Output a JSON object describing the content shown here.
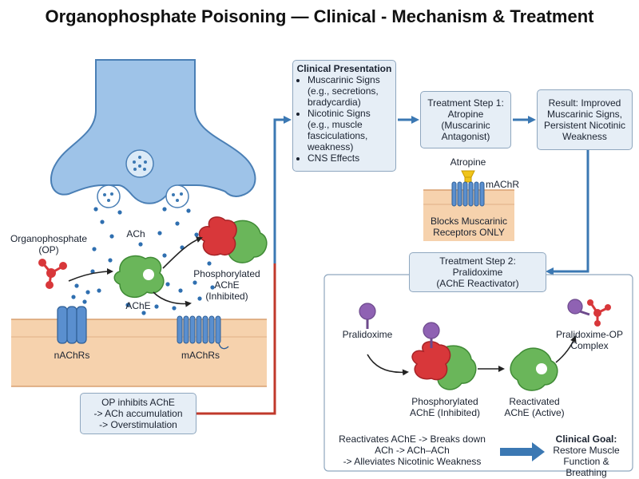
{
  "title": "Organophosphate Poisoning — Clinical - Mechanism & Treatment",
  "synapse": {
    "op_label_1": "Organophosphate",
    "op_label_2": "(OP)",
    "ach_label": "ACh",
    "ache_label": "AChE",
    "phospho_label_1": "Phosphorylated",
    "phospho_label_2": "AChE",
    "phospho_label_3": "(Inhibited)",
    "nachr_label": "nAChRs",
    "machr_label": "mAChRs"
  },
  "op_box": {
    "line1": "OP inhibits AChE",
    "line2": "-> ACh accumulation",
    "line3": "-> Overstimulation"
  },
  "clinical": {
    "heading": "Clinical Presentation",
    "items": [
      "Muscarinic Signs (e.g., secretions, bradycardia)",
      "Nicotinic Signs (e.g., muscle fasciculations, weakness)",
      "CNS Effects"
    ]
  },
  "step1": {
    "line1": "Treatment Step 1:",
    "line2": "Atropine",
    "line3": "(Muscarinic",
    "line4": "Antagonist)"
  },
  "result": {
    "line1": "Result: Improved",
    "line2": "Muscarinic Signs,",
    "line3": "Persistent Nicotinic",
    "line4": "Weakness"
  },
  "atropine_panel": {
    "atropine_label": "Atropine",
    "machr_label": "mAChR",
    "blocks_1": "Blocks Muscarinic",
    "blocks_2": "Receptors ONLY"
  },
  "step2": {
    "line1": "Treatment Step 2:",
    "line2": "Pralidoxime",
    "line3": "(AChE Reactivator)"
  },
  "prali_panel": {
    "pralidoxime_label": "Pralidoxime",
    "complex_1": "Pralidoxime-OP",
    "complex_2": "Complex",
    "phospho_1": "Phosphorylated",
    "phospho_2": "AChE (Inhibited)",
    "react_1": "Reactivated",
    "react_2": "AChE (Active)",
    "desc_1": "Reactivates AChE -> Breaks down",
    "desc_2": "ACh -> ACh–ACh",
    "desc_3": "-> Alleviates Nicotinic Weakness",
    "goal_1": "Clinical Goal:",
    "goal_2": "Restore Muscle",
    "goal_3": "Function & Breathing"
  },
  "colors": {
    "neuron": "#9ec3e8",
    "neuron_stroke": "#4a7fb5",
    "membrane": "#f6d2ad",
    "membrane_line": "#d8a070",
    "ache_green": "#6ab65a",
    "op_red": "#d8373a",
    "pralidoxime_purple": "#8f62b3",
    "atropine_yellow": "#f0c419",
    "arrow_blue": "#3b78b3",
    "arrow_red": "#c0392b",
    "box_fill": "#e6eef6",
    "box_stroke": "#8fa7bf"
  }
}
